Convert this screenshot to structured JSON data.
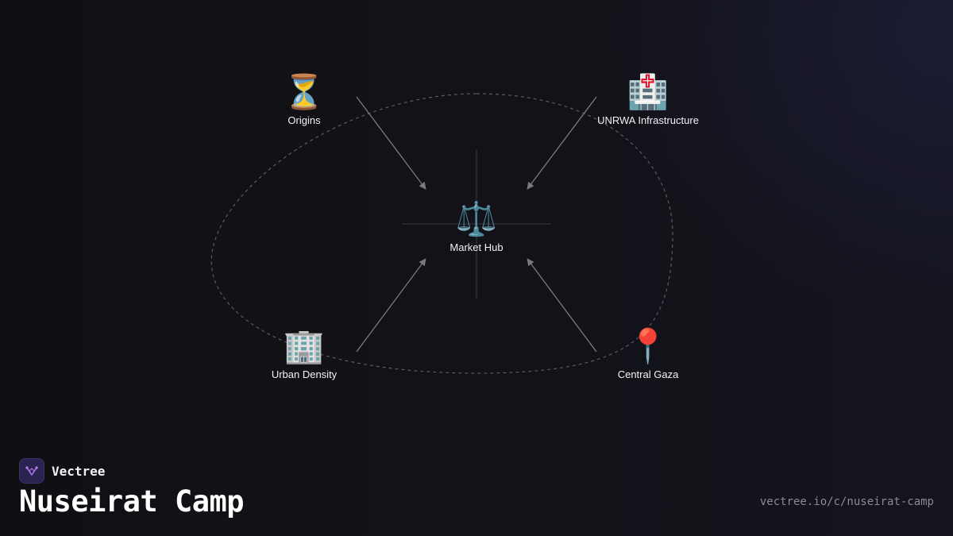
{
  "diagram": {
    "center": {
      "icon": "⚖️",
      "icon_name": "balance-scale-icon",
      "label": "Market Hub"
    },
    "nodes": [
      {
        "key": "origins",
        "icon": "⏳",
        "icon_name": "hourglass-icon",
        "label": "Origins"
      },
      {
        "key": "unrwa",
        "icon": "🏥",
        "icon_name": "hospital-icon",
        "label": "UNRWA Infrastructure"
      },
      {
        "key": "urban",
        "icon": "🏢",
        "icon_name": "office-building-icon",
        "label": "Urban Density"
      },
      {
        "key": "gaza",
        "icon": "📍",
        "icon_name": "location-pin-icon",
        "label": "Central Gaza"
      }
    ],
    "edges": [
      {
        "from": "origins",
        "to": "center"
      },
      {
        "from": "unrwa",
        "to": "center"
      },
      {
        "from": "urban",
        "to": "center"
      },
      {
        "from": "gaza",
        "to": "center"
      }
    ]
  },
  "brand": {
    "name": "Vectree",
    "logo_icon": "vectree-logo-icon"
  },
  "page": {
    "title": "Nuseirat Camp",
    "url": "vectree.io/c/nuseirat-camp"
  },
  "colors": {
    "background": "#111116",
    "edge": "#7a7a80",
    "orbit": "#5a5a62",
    "text": "#f2f2f5",
    "muted": "#8a8a94",
    "logo_bg": "#2a2350",
    "logo_accent": "#a070f0"
  }
}
